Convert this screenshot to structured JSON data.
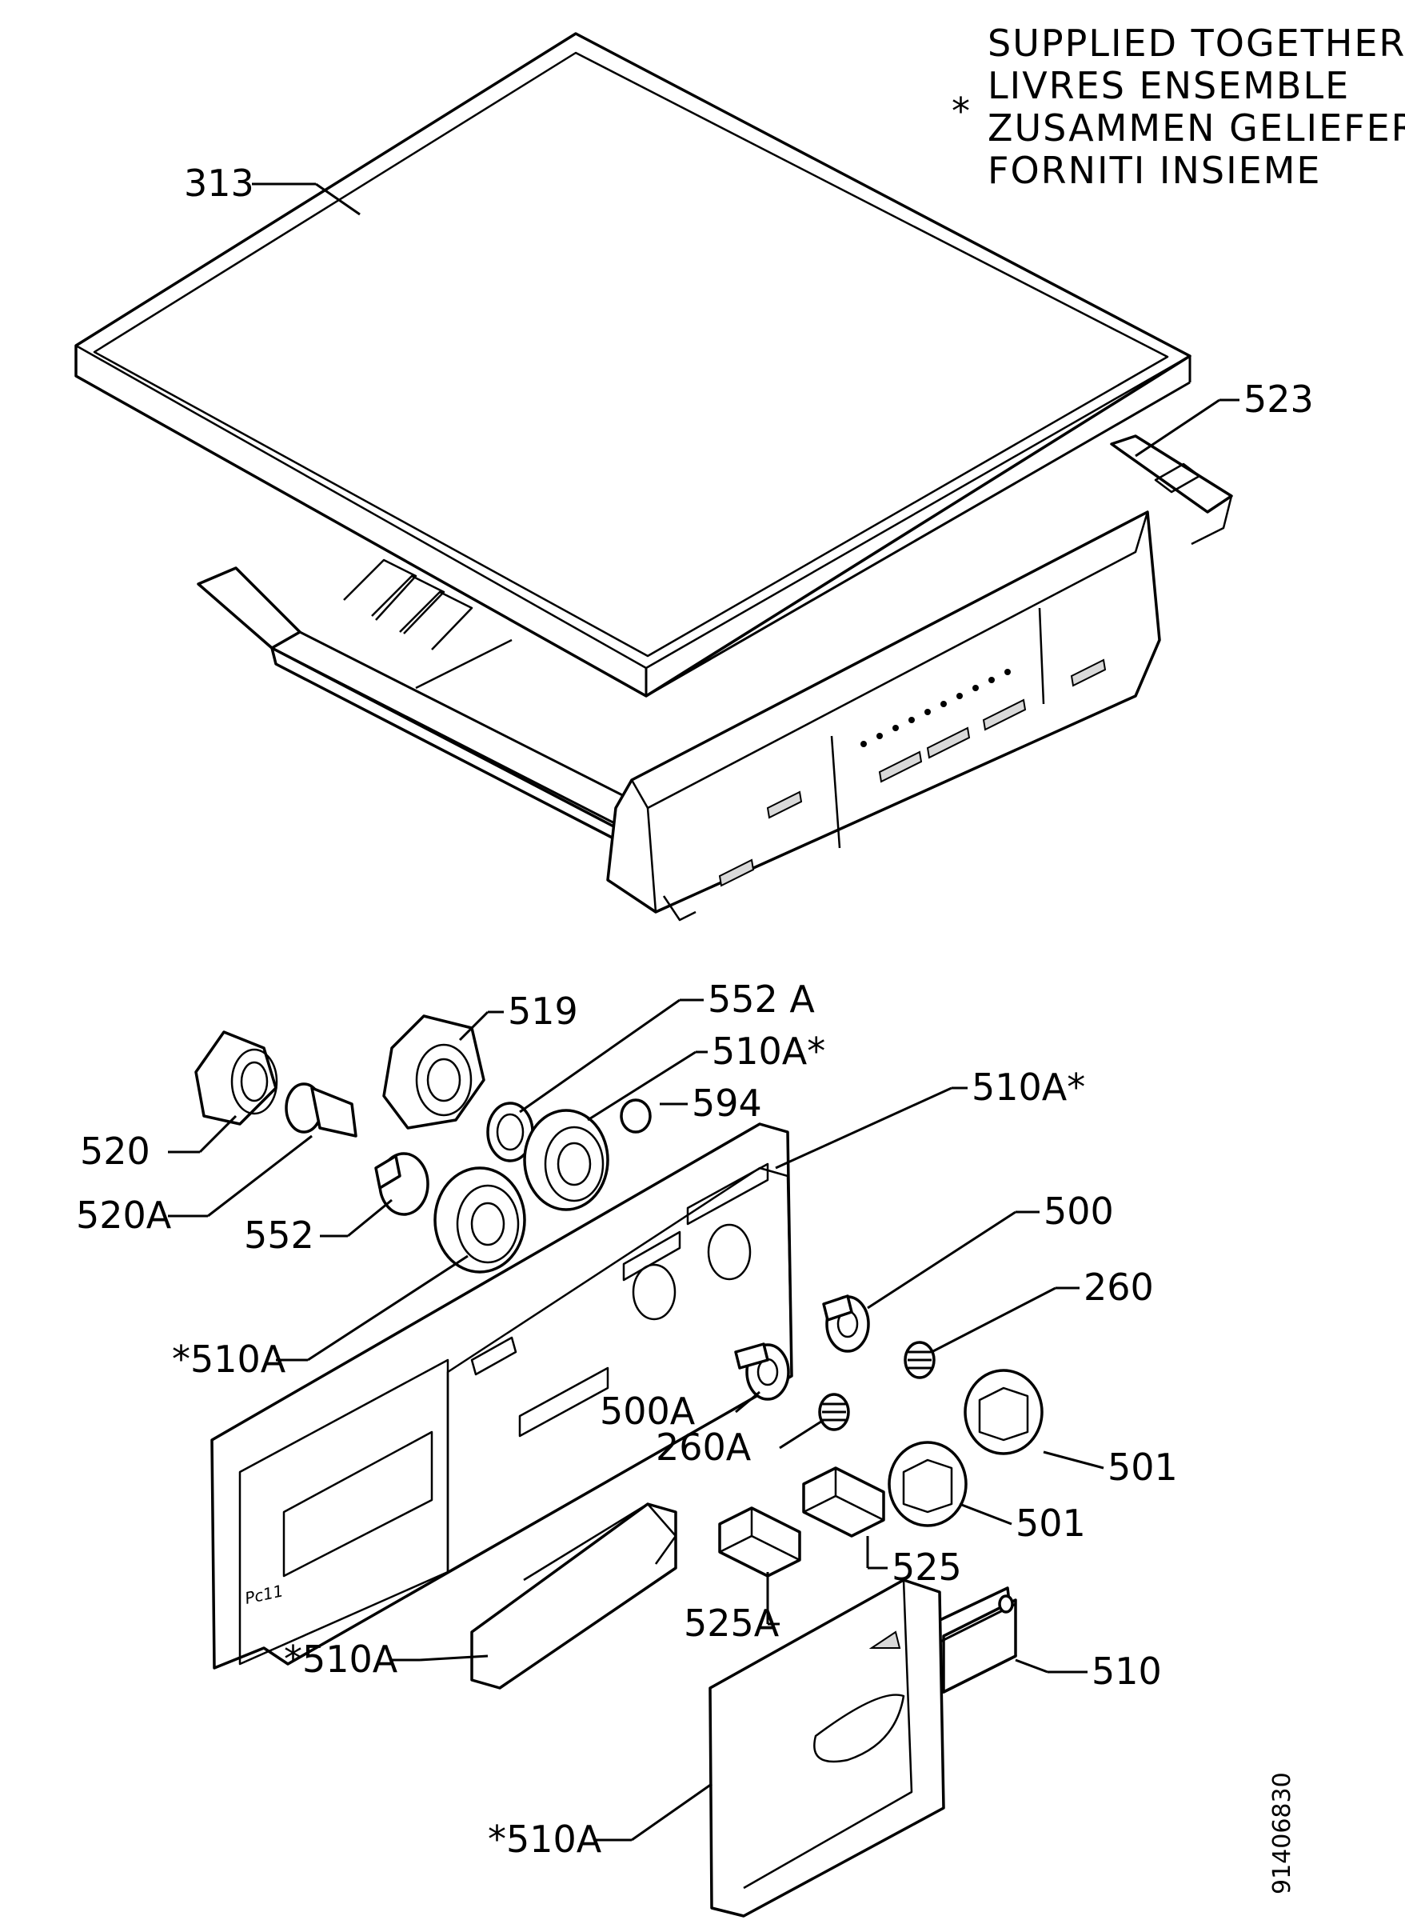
{
  "note": {
    "symbol": "*",
    "lines": [
      "SUPPLIED TOGETHER",
      "LIVRES ENSEMBLE",
      "ZUSAMMEN GELIEFERT",
      "FORNITI INSIEME"
    ]
  },
  "labels": {
    "l313": "313",
    "l523": "523",
    "l519": "519",
    "l552A": "552 A",
    "l510A_knob": "510A*",
    "l594": "594",
    "l510A_panel": "510A*",
    "l520": "520",
    "l520A": "520A",
    "l552": "552",
    "l500": "500",
    "l260": "260",
    "l510A_left": "*510A",
    "l500A": "500A",
    "l260A": "260A",
    "l501_top": "501",
    "l501_bottom": "501",
    "l525": "525",
    "l525A": "525A",
    "l510A_drawer": "*510A",
    "l510": "510",
    "l510A_bottom": "*510A"
  },
  "drawing_code": "91406830",
  "panel_mark": "Pc11"
}
